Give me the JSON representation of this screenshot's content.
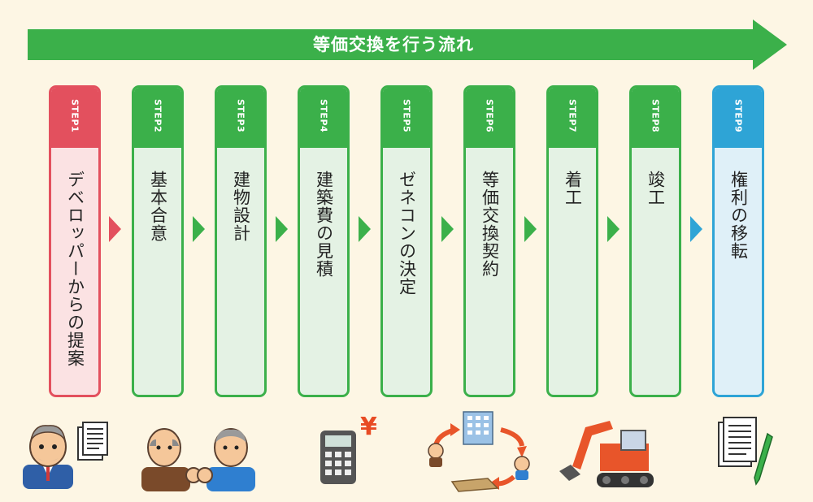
{
  "banner": {
    "title": "等価交換を行う流れ",
    "color": "#3bb04a"
  },
  "colors": {
    "green": "#3bb04a",
    "red": "#e3505e",
    "blue": "#2ea4d6",
    "background": "#fdf6e4"
  },
  "steps": [
    {
      "label": "STEP1",
      "text": "デベロッパーからの提案"
    },
    {
      "label": "STEP2",
      "text": "基本合意"
    },
    {
      "label": "STEP3",
      "text": "建物設計"
    },
    {
      "label": "STEP4",
      "text": "建築費の見積"
    },
    {
      "label": "STEP5",
      "text": "ゼネコンの決定"
    },
    {
      "label": "STEP6",
      "text": "等価交換契約"
    },
    {
      "label": "STEP7",
      "text": "着工"
    },
    {
      "label": "STEP8",
      "text": "竣工"
    },
    {
      "label": "STEP9",
      "text": "権利の移転"
    }
  ],
  "illustrations": {
    "yen_symbol": "¥",
    "items": [
      "businessman-with-document",
      "landowner-developer-fistbump",
      "calculator-yen",
      "building-exchange-cycle",
      "excavator",
      "contract-document-pen"
    ]
  }
}
